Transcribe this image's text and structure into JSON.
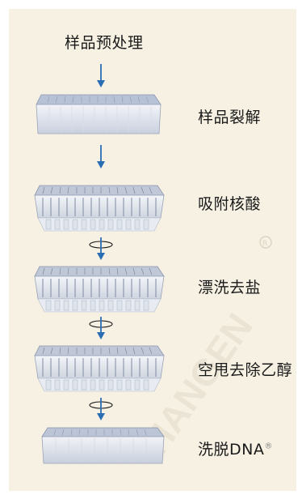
{
  "steps": {
    "pretreatment": "样品预处理",
    "lysis": "样品裂解",
    "binding": "吸附核酸",
    "wash": "漂洗去盐",
    "dry": "空甩去除乙醇",
    "elute": "洗脱DNA"
  },
  "watermark": {
    "text": "TIANGEN",
    "registered": "®"
  },
  "colors": {
    "panel_bg": "#f6f1e3",
    "arrow": "#2a6db3",
    "watermark": "#e9e2d2"
  }
}
